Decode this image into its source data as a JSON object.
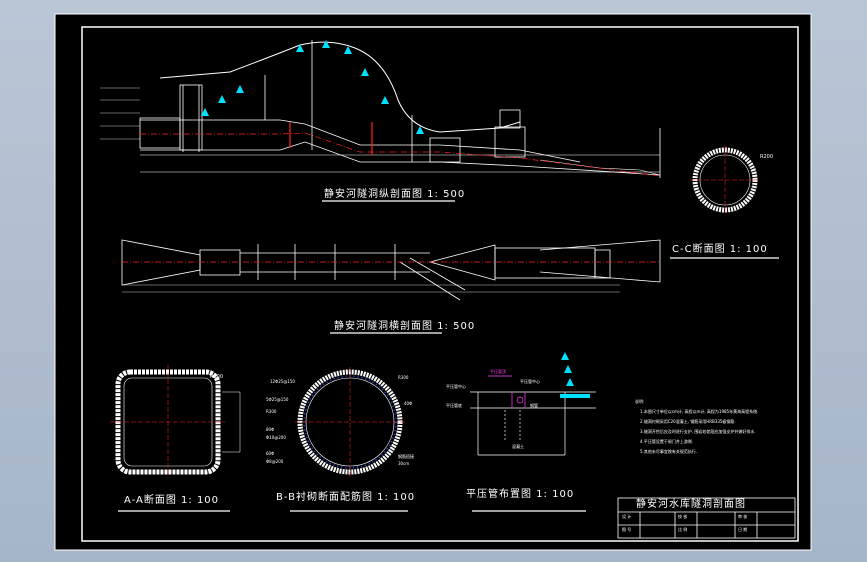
{
  "drawing": {
    "profile_title_1": "静安河隧洞纵剖面图  1: 500",
    "profile_title_2": "静安河隧洞横剖面图  1: 500",
    "cc_title": "C-C断面图  1: 100",
    "aa_title": "A-A断面图  1: 100",
    "bb_title": "B-B衬砌断面配筋图  1: 100",
    "pipe_title": "平压管布置图  1: 100",
    "cc_dim": "R200",
    "aa_dim": "R300",
    "bb_dims": [
      "12Φ25@150",
      "5Φ25@150",
      "R300",
      "80Φ",
      "Φ10@200",
      "60Φ",
      "Φ8@200"
    ],
    "bb_right": [
      "R300",
      "40Φ",
      "钢筋搭接",
      "30cm"
    ],
    "pipe_labels": [
      "平压管中心",
      "平压管底",
      "平压管顶",
      "平压管中心",
      "混凝土",
      "钢管"
    ],
    "notes": [
      "说明:",
      "1.本图尺寸单位以cm计, 高程以m计, 高程为1985年黄海高程系统.",
      "2.隧洞衬砌采用C20混凝土, 钢筋采用HRB335级钢筋.",
      "3.隧洞开挖后应及时进行支护, 围岩较差段应加强支护并做好排水.",
      "4.平压管设置于闸门井上游侧.",
      "5.其他未尽事宜按有关规范执行."
    ]
  },
  "title_block": {
    "title": "静安河水库隧洞剖面图",
    "cells": [
      "设 计",
      "校 核",
      "审 核",
      "图 号",
      "比 例",
      "日 期"
    ]
  }
}
